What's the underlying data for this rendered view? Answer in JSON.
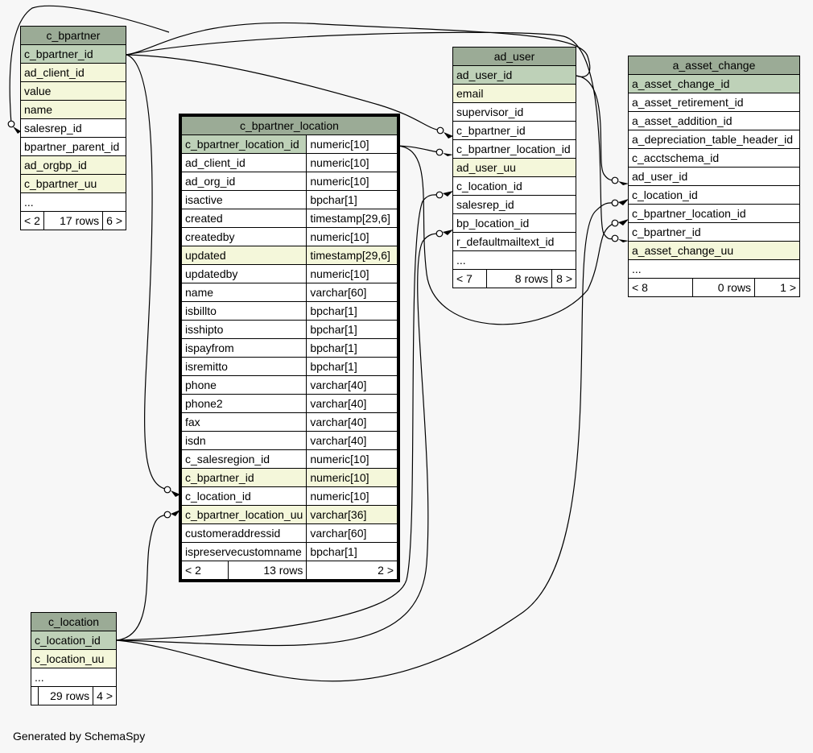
{
  "footer": "Generated by SchemaSpy",
  "colors": {
    "title": "#9bab96",
    "primary_key": "#bed1b8",
    "indexed": "#f4f7da",
    "plain": "#ffffff",
    "line": "#000000"
  },
  "tables": {
    "c_bpartner": {
      "name": "c_bpartner",
      "columns": [
        "c_bpartner_id",
        "ad_client_id",
        "value",
        "name",
        "salesrep_id",
        "bpartner_parent_id",
        "ad_orgbp_id",
        "c_bpartner_uu",
        "..."
      ],
      "footer": {
        "parents": "< 2",
        "rows": "17 rows",
        "children": "6 >"
      }
    },
    "c_bpartner_location": {
      "name": "c_bpartner_location",
      "columns": [
        {
          "name": "c_bpartner_location_id",
          "type": "numeric[10]"
        },
        {
          "name": "ad_client_id",
          "type": "numeric[10]"
        },
        {
          "name": "ad_org_id",
          "type": "numeric[10]"
        },
        {
          "name": "isactive",
          "type": "bpchar[1]"
        },
        {
          "name": "created",
          "type": "timestamp[29,6]"
        },
        {
          "name": "createdby",
          "type": "numeric[10]"
        },
        {
          "name": "updated",
          "type": "timestamp[29,6]"
        },
        {
          "name": "updatedby",
          "type": "numeric[10]"
        },
        {
          "name": "name",
          "type": "varchar[60]"
        },
        {
          "name": "isbillto",
          "type": "bpchar[1]"
        },
        {
          "name": "isshipto",
          "type": "bpchar[1]"
        },
        {
          "name": "ispayfrom",
          "type": "bpchar[1]"
        },
        {
          "name": "isremitto",
          "type": "bpchar[1]"
        },
        {
          "name": "phone",
          "type": "varchar[40]"
        },
        {
          "name": "phone2",
          "type": "varchar[40]"
        },
        {
          "name": "fax",
          "type": "varchar[40]"
        },
        {
          "name": "isdn",
          "type": "varchar[40]"
        },
        {
          "name": "c_salesregion_id",
          "type": "numeric[10]"
        },
        {
          "name": "c_bpartner_id",
          "type": "numeric[10]"
        },
        {
          "name": "c_location_id",
          "type": "numeric[10]"
        },
        {
          "name": "c_bpartner_location_uu",
          "type": "varchar[36]"
        },
        {
          "name": "customeraddressid",
          "type": "varchar[60]"
        },
        {
          "name": "ispreservecustomname",
          "type": "bpchar[1]"
        }
      ],
      "footer": {
        "parents": "< 2",
        "rows": "13 rows",
        "children": "2 >"
      }
    },
    "ad_user": {
      "name": "ad_user",
      "columns": [
        "ad_user_id",
        "email",
        "supervisor_id",
        "c_bpartner_id",
        "c_bpartner_location_id",
        "ad_user_uu",
        "c_location_id",
        "salesrep_id",
        "bp_location_id",
        "r_defaultmailtext_id",
        "..."
      ],
      "footer": {
        "parents": "< 7",
        "rows": "8 rows",
        "children": "8 >"
      }
    },
    "a_asset_change": {
      "name": "a_asset_change",
      "columns": [
        "a_asset_change_id",
        "a_asset_retirement_id",
        "a_asset_addition_id",
        "a_depreciation_table_header_id",
        "c_acctschema_id",
        "ad_user_id",
        "c_location_id",
        "c_bpartner_location_id",
        "c_bpartner_id",
        "a_asset_change_uu",
        "..."
      ],
      "footer": {
        "parents": "< 8",
        "rows": "0 rows",
        "children": "1 >"
      }
    },
    "c_location": {
      "name": "c_location",
      "columns": [
        "c_location_id",
        "c_location_uu",
        "..."
      ],
      "footer": {
        "parents": "",
        "rows": "29 rows",
        "children": "4 >"
      }
    }
  }
}
